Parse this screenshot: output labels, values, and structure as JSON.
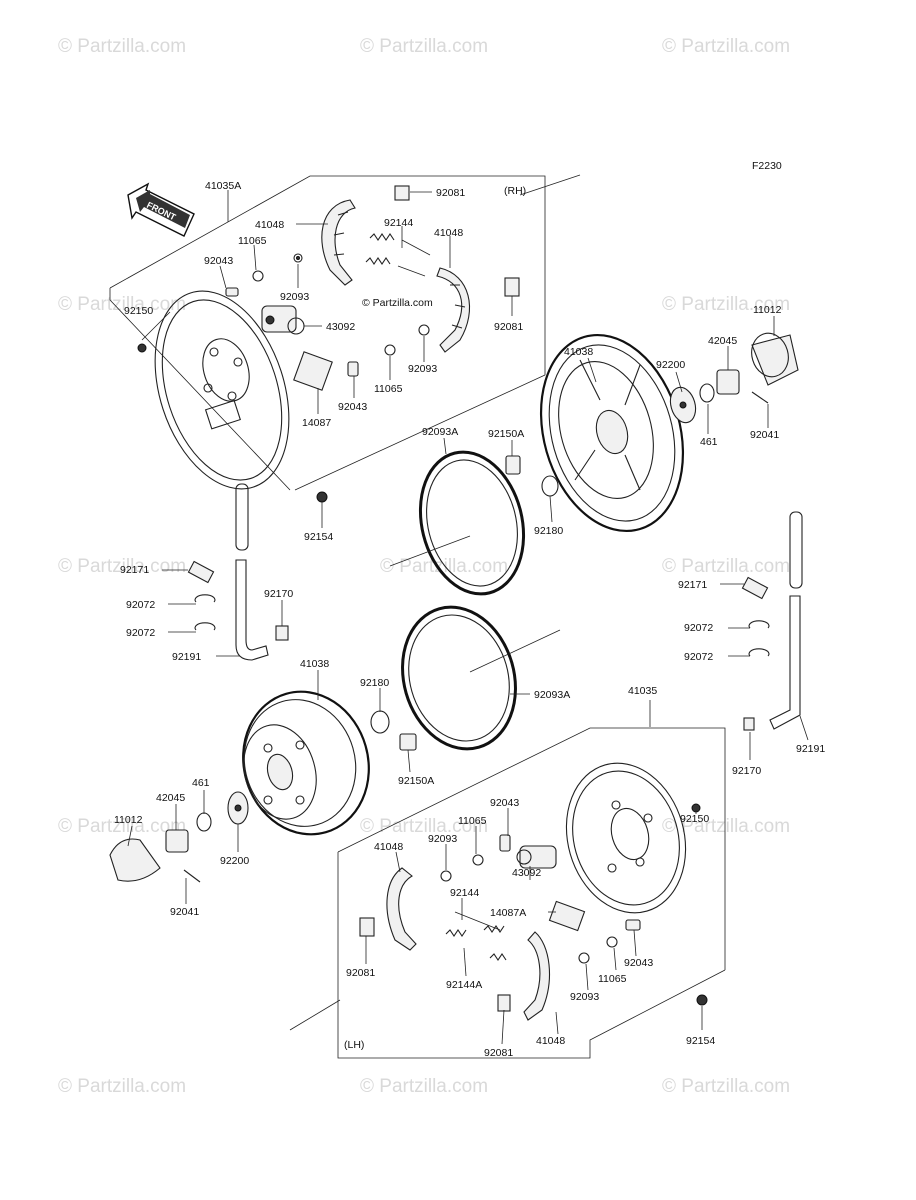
{
  "watermark": {
    "text": "© Partzilla.com",
    "center_text": "© Partzilla.com"
  },
  "figure_code": "F2230",
  "front_label": "FRONT",
  "side_labels": {
    "right": "(RH)",
    "left": "(LH)"
  },
  "parts": [
    {
      "id": "p1",
      "label": "41035A"
    },
    {
      "id": "p2",
      "label": "92081"
    },
    {
      "id": "p3",
      "label": "41048"
    },
    {
      "id": "p4",
      "label": "92144"
    },
    {
      "id": "p5",
      "label": "41048"
    },
    {
      "id": "p6",
      "label": "11065"
    },
    {
      "id": "p7",
      "label": "92043"
    },
    {
      "id": "p8",
      "label": "92093"
    },
    {
      "id": "p9",
      "label": "92081"
    },
    {
      "id": "p10",
      "label": "92150"
    },
    {
      "id": "p11",
      "label": "43092"
    },
    {
      "id": "p12",
      "label": "92093"
    },
    {
      "id": "p13",
      "label": "11065"
    },
    {
      "id": "p14",
      "label": "92043"
    },
    {
      "id": "p15",
      "label": "14087"
    },
    {
      "id": "p16",
      "label": "41038"
    },
    {
      "id": "p17",
      "label": "92200"
    },
    {
      "id": "p18",
      "label": "42045"
    },
    {
      "id": "p19",
      "label": "11012"
    },
    {
      "id": "p20",
      "label": "461"
    },
    {
      "id": "p21",
      "label": "92041"
    },
    {
      "id": "p22",
      "label": "92093A"
    },
    {
      "id": "p23",
      "label": "92150A"
    },
    {
      "id": "p24",
      "label": "92180"
    },
    {
      "id": "p25",
      "label": "92154"
    },
    {
      "id": "p26",
      "label": "92171"
    },
    {
      "id": "p27",
      "label": "92072"
    },
    {
      "id": "p28",
      "label": "92072"
    },
    {
      "id": "p29",
      "label": "92170"
    },
    {
      "id": "p30",
      "label": "92191"
    },
    {
      "id": "p31",
      "label": "92171"
    },
    {
      "id": "p32",
      "label": "92072"
    },
    {
      "id": "p33",
      "label": "92072"
    },
    {
      "id": "p34",
      "label": "41038"
    },
    {
      "id": "p35",
      "label": "92180"
    },
    {
      "id": "p36",
      "label": "92093A"
    },
    {
      "id": "p37",
      "label": "41035"
    },
    {
      "id": "p38",
      "label": "92191"
    },
    {
      "id": "p39",
      "label": "92170"
    },
    {
      "id": "p40",
      "label": "92150A"
    },
    {
      "id": "p41",
      "label": "461"
    },
    {
      "id": "p42",
      "label": "42045"
    },
    {
      "id": "p43",
      "label": "11012"
    },
    {
      "id": "p44",
      "label": "92200"
    },
    {
      "id": "p45",
      "label": "92041"
    },
    {
      "id": "p46",
      "label": "92043"
    },
    {
      "id": "p47",
      "label": "11065"
    },
    {
      "id": "p48",
      "label": "92093"
    },
    {
      "id": "p49",
      "label": "41048"
    },
    {
      "id": "p50",
      "label": "92150"
    },
    {
      "id": "p51",
      "label": "43092"
    },
    {
      "id": "p52",
      "label": "92144"
    },
    {
      "id": "p53",
      "label": "14087A"
    },
    {
      "id": "p54",
      "label": "92081"
    },
    {
      "id": "p55",
      "label": "92144A"
    },
    {
      "id": "p56",
      "label": "92043"
    },
    {
      "id": "p57",
      "label": "11065"
    },
    {
      "id": "p58",
      "label": "92093"
    },
    {
      "id": "p59",
      "label": "92081"
    },
    {
      "id": "p60",
      "label": "41048"
    },
    {
      "id": "p61",
      "label": "92154"
    }
  ]
}
